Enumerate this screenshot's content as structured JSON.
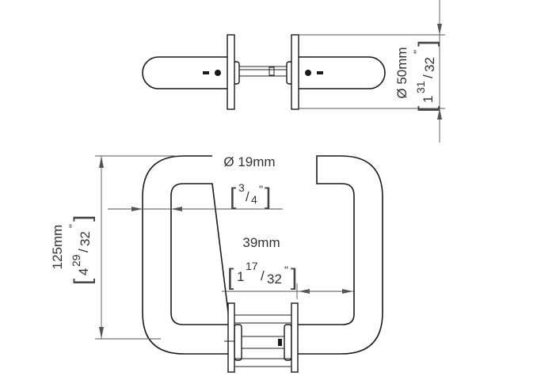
{
  "top_view": {
    "diameter_label": "Ø 50mm",
    "inch_whole": "1",
    "inch_num": "31",
    "inch_den": "32",
    "inch_mark": "\""
  },
  "front_view": {
    "height": {
      "label": "125mm",
      "inch_whole": "4",
      "inch_num": "29",
      "inch_den": "32",
      "inch_mark": "\""
    },
    "diameter": {
      "label": "Ø 19mm",
      "inch_num": "3",
      "inch_den": "4",
      "inch_mark": "\""
    },
    "projection": {
      "label": "39mm",
      "inch_whole": "1",
      "inch_num": "17",
      "inch_den": "32",
      "inch_mark": "\""
    }
  }
}
